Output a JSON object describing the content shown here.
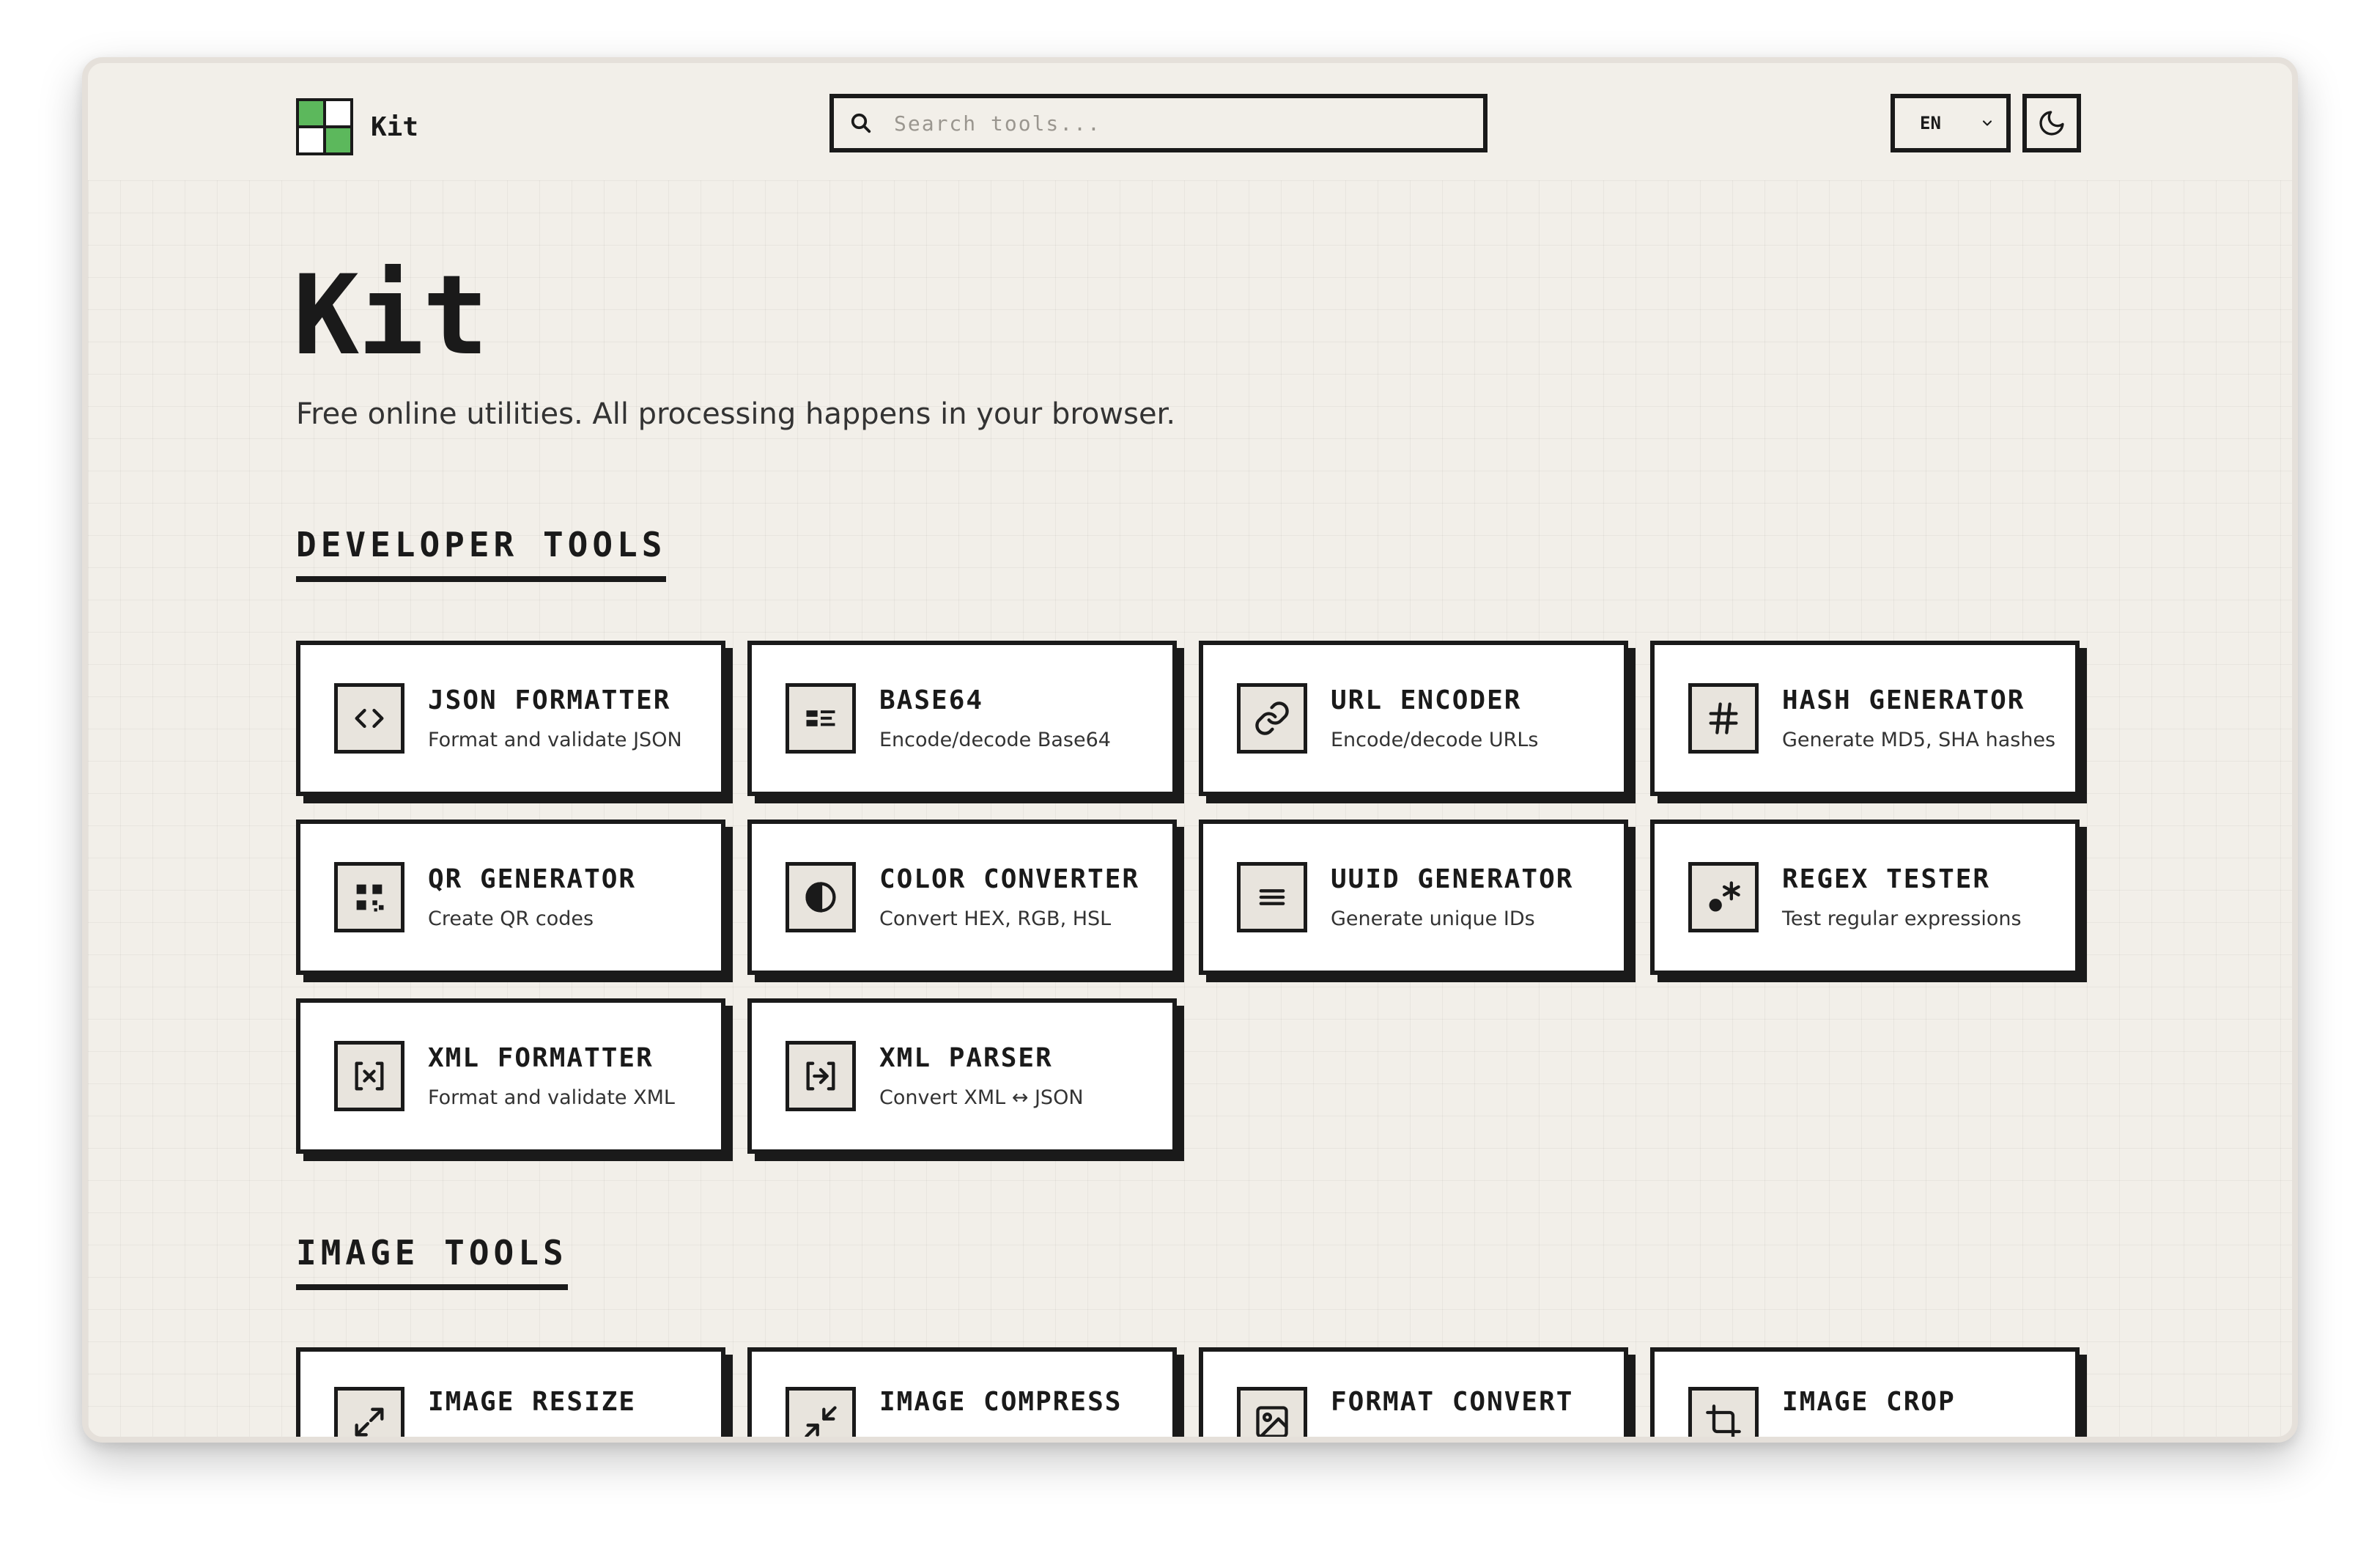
{
  "brand": {
    "name": "Kit",
    "logo_colors": [
      "#5cb85c",
      "#ffffff",
      "#ffffff",
      "#5cb85c"
    ]
  },
  "search": {
    "placeholder": "Search tools..."
  },
  "language": {
    "selected": "EN"
  },
  "theme_toggle": {
    "icon": "moon-icon"
  },
  "hero": {
    "title": "Kit",
    "subtitle": "Free online utilities. All processing happens in your browser."
  },
  "sections": {
    "developer": {
      "title": "DEVELOPER TOOLS",
      "tools": [
        {
          "title": "JSON FORMATTER",
          "desc": "Format and validate JSON",
          "icon": "code-brackets-icon"
        },
        {
          "title": "BASE64",
          "desc": "Encode/decode Base64",
          "icon": "binary-blocks-icon"
        },
        {
          "title": "URL ENCODER",
          "desc": "Encode/decode URLs",
          "icon": "link-icon"
        },
        {
          "title": "HASH GENERATOR",
          "desc": "Generate MD5, SHA hashes",
          "icon": "hash-icon"
        },
        {
          "title": "QR GENERATOR",
          "desc": "Create QR codes",
          "icon": "qr-code-icon"
        },
        {
          "title": "COLOR CONVERTER",
          "desc": "Convert HEX, RGB, HSL",
          "icon": "contrast-icon"
        },
        {
          "title": "UUID GENERATOR",
          "desc": "Generate unique IDs",
          "icon": "lines-icon"
        },
        {
          "title": "REGEX TESTER",
          "desc": "Test regular expressions",
          "icon": "regex-icon"
        },
        {
          "title": "XML FORMATTER",
          "desc": "Format and validate XML",
          "icon": "xml-box-icon"
        },
        {
          "title": "XML PARSER",
          "desc": "Convert XML ↔ JSON",
          "icon": "import-arrow-icon"
        }
      ]
    },
    "image": {
      "title": "IMAGE TOOLS",
      "tools": [
        {
          "title": "IMAGE RESIZE",
          "icon": "expand-arrows-icon"
        },
        {
          "title": "IMAGE COMPRESS",
          "icon": "compress-arrows-icon"
        },
        {
          "title": "FORMAT CONVERT",
          "icon": "image-icon"
        },
        {
          "title": "IMAGE CROP",
          "icon": "crop-icon"
        }
      ]
    }
  }
}
